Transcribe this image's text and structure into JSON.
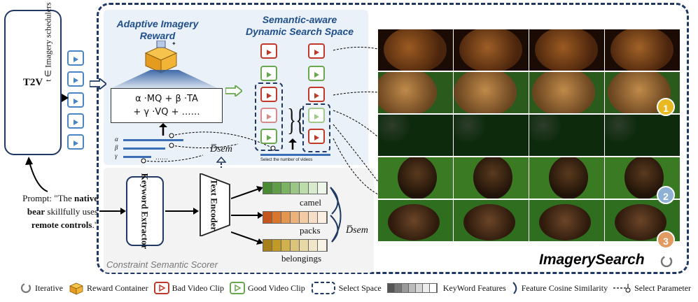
{
  "t2v": {
    "label": "T2V"
  },
  "scheduler_label": "t ∈ Imagery schedulers",
  "prompt": {
    "prefix": "Prompt: \"The ",
    "bold1": "native bear",
    "mid": " skillfully uses ",
    "bold2": "remote controls",
    "suffix": ".\""
  },
  "reward": {
    "title_line1": "Adaptive Imagery",
    "title_line2": "Reward",
    "formula_line1": "α ·MQ + β ·TA",
    "formula_line2": "+ γ ·VQ + ……",
    "params": [
      "α",
      "β",
      "γ"
    ],
    "ellipsis": "……",
    "dsem": "D̅sem"
  },
  "search_space": {
    "title_line1": "Semantic-aware",
    "title_line2": "Dynamic Search Space",
    "caption": "Select the number of videos"
  },
  "scorer": {
    "title": "Constraint Semantic Scorer",
    "keyword_extractor": "Keyword Extractor",
    "text_encoder": "Text Encoder",
    "features": [
      "camel",
      "packs",
      "belongings"
    ],
    "dsem": "D̅sem"
  },
  "brand": "ImagerySearch",
  "badges": [
    "1",
    "2",
    "3"
  ],
  "legend": [
    {
      "icon": "iterative-icon",
      "label": "Iterative"
    },
    {
      "icon": "reward-container-icon",
      "label": "Reward Container"
    },
    {
      "icon": "bad-clip-icon",
      "label": "Bad Video Clip"
    },
    {
      "icon": "good-clip-icon",
      "label": "Good Video Clip"
    },
    {
      "icon": "select-space-icon",
      "label": "Select Space"
    },
    {
      "icon": "keyword-features-icon",
      "label": "KeyWord Features"
    },
    {
      "icon": "cosine-icon",
      "label": "Feature Cosine Similarity"
    },
    {
      "icon": "select-param-icon",
      "label": "Select Parameter"
    }
  ],
  "colors": {
    "navy": "#1f3864",
    "title_blue": "#1e4e8c",
    "bad_red": "#c0392b",
    "good_green": "#6aa84f",
    "feature_green": "#6aa84f",
    "feature_orange": "#d9762b",
    "feature_gold": "#c9a227",
    "badge_gold": "#e8b923",
    "badge_blue": "#8fb1d6",
    "badge_orange": "#e09a62"
  }
}
